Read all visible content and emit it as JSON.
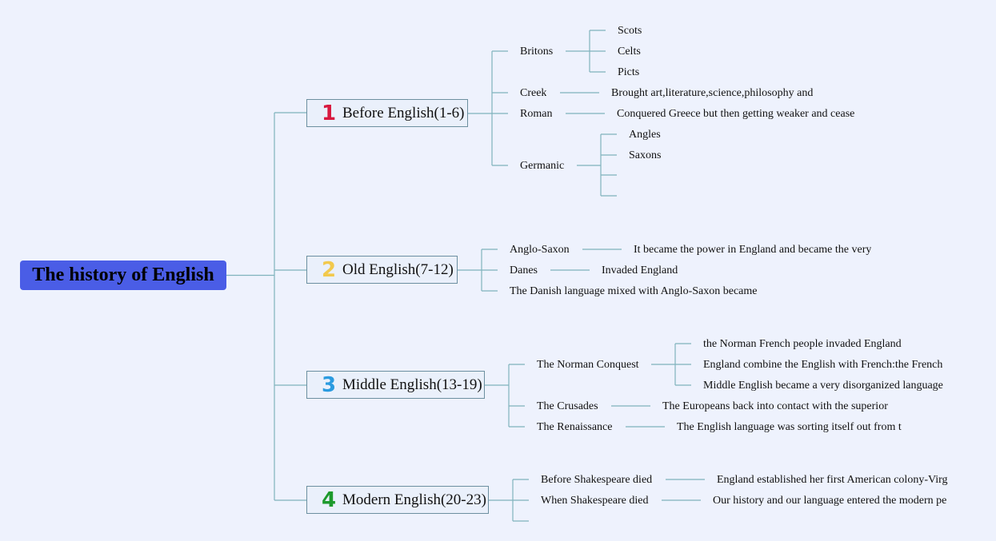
{
  "root": {
    "title": "The history of English"
  },
  "colors": {
    "root_bg": "#4a5de6",
    "line": "#7fb3bd",
    "badge1": "#d8193f",
    "badge2": "#f2c94c",
    "badge3": "#2b9be0",
    "badge4": "#1e9a2c"
  },
  "branches": [
    {
      "badge": "1",
      "label": "Before English(1-6)",
      "items": [
        {
          "label": "Britons",
          "children": [
            "Scots",
            "Celts",
            "Picts"
          ]
        },
        {
          "label": "Creek",
          "detail": "Brought art,literature,science,philosophy and"
        },
        {
          "label": "Roman",
          "detail": "Conquered Greece but then getting weaker and cease"
        },
        {
          "label": "Germanic",
          "children": [
            "Angles",
            "Saxons",
            "",
            ""
          ]
        }
      ]
    },
    {
      "badge": "2",
      "label": "Old English(7-12)",
      "items": [
        {
          "label": "Anglo-Saxon",
          "detail": "It became the power in England and became the very"
        },
        {
          "label": "Danes",
          "detail": "Invaded England"
        },
        {
          "label": "The Danish language mixed with Anglo-Saxon became"
        }
      ]
    },
    {
      "badge": "3",
      "label": "Middle English(13-19)",
      "items": [
        {
          "label": "The Norman Conquest",
          "children": [
            "the Norman French people invaded England",
            "England combine the English with French:the French",
            "Middle English became a very disorganized language"
          ]
        },
        {
          "label": "The Crusades",
          "detail": "The Europeans back into contact with the superior"
        },
        {
          "label": "The Renaissance",
          "detail": "The English language was sorting itself out from t"
        }
      ]
    },
    {
      "badge": "4",
      "label": "Modern English(20-23)",
      "items": [
        {
          "label": "Before Shakespeare died",
          "detail": "England established her first American colony-Virg"
        },
        {
          "label": "When Shakespeare died",
          "detail": "Our history and our language entered the modern pe"
        },
        {
          "label": ""
        }
      ]
    }
  ]
}
